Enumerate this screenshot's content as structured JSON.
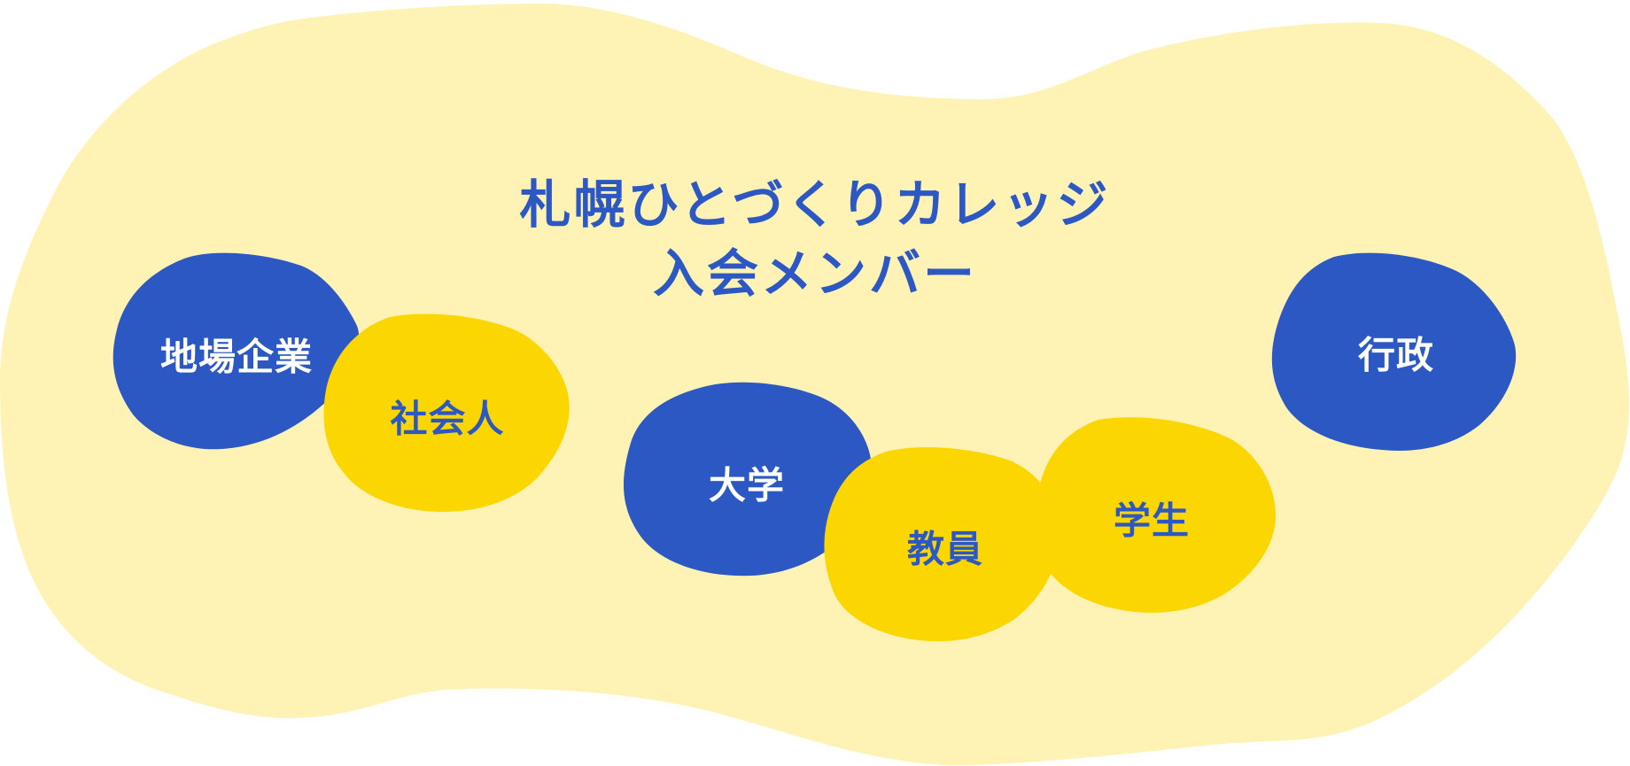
{
  "title": {
    "line1": "札幌ひとづくりカレッジ",
    "line2": "入会メンバー"
  },
  "members": {
    "local_companies": "地場企業",
    "working_adults": "社会人",
    "university": "大学",
    "faculty": "教員",
    "students": "学生",
    "government": "行政"
  },
  "colors": {
    "background_blob": "#fef3b4",
    "blue": "#2c58c4",
    "yellow": "#fcd600",
    "label_on_blue": "#ffffff",
    "label_on_yellow": "#2c58c4"
  }
}
